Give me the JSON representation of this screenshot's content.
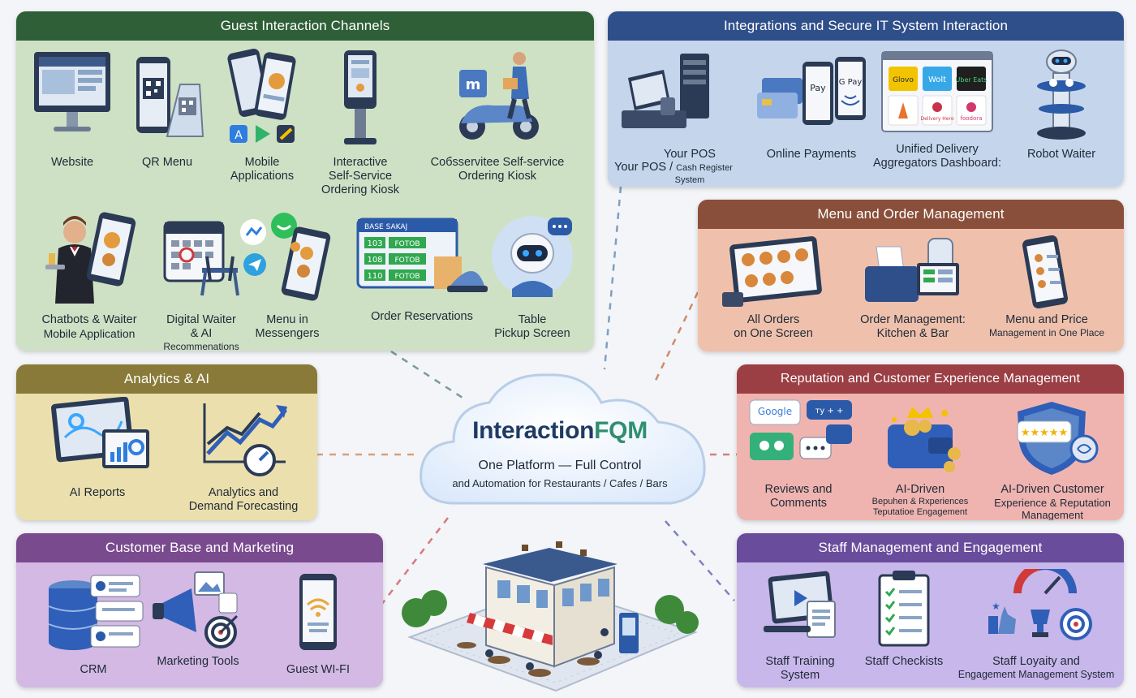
{
  "brand": {
    "name_main": "Interaction",
    "name_accent": "FQM",
    "tagline": "One Platform — Full Control",
    "tagline2": "and Automation for Restaurants / Cafes / Bars"
  },
  "colors": {
    "guest": "#2f5f37",
    "integrations": "#2f4f8a",
    "menu": "#8a4f3a",
    "reputation": "#9b3f45",
    "analytics": "#8a7a3a",
    "marketing": "#7a4a8f",
    "staff": "#6a4c9c",
    "accent": "#2f8f6f"
  },
  "guest": {
    "title": "Guest Interaction Channels",
    "items": [
      {
        "icon": "monitor-icon",
        "label": "Website"
      },
      {
        "icon": "qr-code-icon",
        "label": "QR Menu"
      },
      {
        "icon": "smartphone-icon",
        "label": "Mobile",
        "label2": "Applications"
      },
      {
        "icon": "kiosk-icon",
        "label": "Interactive",
        "label2": "Self-Service",
        "label3": "Ordering Kiosk"
      },
      {
        "icon": "delivery-scooter-icon",
        "label": "Coбsservitee Self-service",
        "label2": "Ordering Kiosk"
      },
      {
        "icon": "waiter-icon",
        "label": "Chatbots & Waiter",
        "label2": "Mobile Application"
      },
      {
        "icon": "calendar-icon",
        "label": "Digital Waiter",
        "label2": "& AI",
        "label3": "Recommenations"
      },
      {
        "icon": "messenger-icon",
        "label": "Menu in",
        "label2": "Messengers"
      },
      {
        "icon": "reservation-board-icon",
        "label": "Order Reservations"
      },
      {
        "icon": "robot-chat-icon",
        "label": "Table",
        "label2": "Pickup Screen"
      }
    ],
    "board_header": "BASE SAKAJ",
    "board_rows": [
      {
        "num": "103",
        "text": "FOTOB"
      },
      {
        "num": "108",
        "text": "FOTOB"
      },
      {
        "num": "110",
        "text": "FOTOB"
      }
    ]
  },
  "integrations": {
    "title": "Integrations and Secure IT System Interaction",
    "items": [
      {
        "icon": "pos-terminal-icon",
        "label": "Your POS",
        "label2": "Your POS /",
        "label3": "Cash Register",
        "label4": "System"
      },
      {
        "icon": "payment-icon",
        "label": "Online Payments",
        "pay1": "Pay",
        "pay2": "G Pay"
      },
      {
        "icon": "delivery-dashboard-icon",
        "label": "Unified Delivery",
        "label2": "Aggregators Dashboard:",
        "tiles": [
          "Glovo",
          "Wolt",
          "Uber Eats",
          "",
          "Delivery Hero",
          "foodora"
        ]
      },
      {
        "icon": "robot-waiter-icon",
        "label": "Robot Waiter"
      }
    ]
  },
  "menu": {
    "title": "Menu and Order Management",
    "items": [
      {
        "icon": "tablet-orders-icon",
        "label": "All Orders",
        "label2": "on One Screen"
      },
      {
        "icon": "printer-icon",
        "label": "Order Management:",
        "label2": "Kitchen & Bar"
      },
      {
        "icon": "menu-phone-icon",
        "label": "Menu and Price",
        "label2": "Management in One Place"
      }
    ]
  },
  "reputation": {
    "title": "Reputation and Customer Experience Management",
    "items": [
      {
        "icon": "review-bubbles-icon",
        "label": "Reviews and",
        "label2": "Comments",
        "google": "Google",
        "bubble": "ту + +"
      },
      {
        "icon": "wallet-crown-icon",
        "label": "AI-Driven",
        "label2": "Bepuhen & Rxperiences",
        "label3": "Teputatioe Engagement"
      },
      {
        "icon": "shield-rating-icon",
        "label": "AI-Driven Customer",
        "label2": "Experience & Reputation",
        "label3": "Management"
      }
    ]
  },
  "analytics": {
    "title": "Analytics & AI",
    "items": [
      {
        "icon": "dashboard-icon",
        "label": "AI Reports"
      },
      {
        "icon": "trend-chart-icon",
        "label": "Analytics and",
        "label2": "Demand Forecasting"
      }
    ]
  },
  "marketing": {
    "title": "Customer Base and Marketing",
    "items": [
      {
        "icon": "database-icon",
        "label": "CRM"
      },
      {
        "icon": "megaphone-icon",
        "label": "Marketing Tools"
      },
      {
        "icon": "wifi-phone-icon",
        "label": "Guest WI-FI"
      }
    ]
  },
  "staff": {
    "title": "Staff Management and Engagement",
    "items": [
      {
        "icon": "training-screen-icon",
        "label": "Staff Training",
        "label2": "System"
      },
      {
        "icon": "checklist-icon",
        "label": "Staff Checkists"
      },
      {
        "icon": "loyalty-gauge-icon",
        "label": "Staff Loyaity and",
        "label2": "Engagement Management System"
      }
    ]
  }
}
